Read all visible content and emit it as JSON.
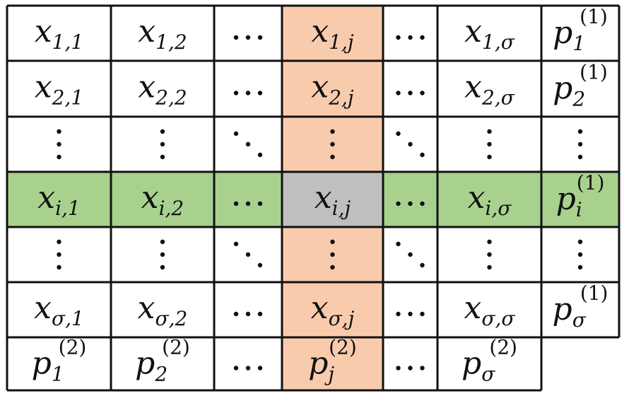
{
  "colors": {
    "highlight_column": "#f9cbad",
    "highlight_row": "#a9d18e",
    "intersection": "#bfbfbf",
    "border": "#111111",
    "background": "#ffffff"
  },
  "highlight": {
    "row": 3,
    "column": 3
  },
  "matrix": {
    "rows": [
      [
        {
          "base": "x",
          "sub": "1,1"
        },
        {
          "base": "x",
          "sub": "1,2"
        },
        {
          "dots": "h"
        },
        {
          "base": "x",
          "sub": "1,j"
        },
        {
          "dots": "h"
        },
        {
          "base": "x",
          "sub": "1,σ"
        },
        {
          "base": "p",
          "sub": "1",
          "sup": "(1)"
        }
      ],
      [
        {
          "base": "x",
          "sub": "2,1"
        },
        {
          "base": "x",
          "sub": "2,2"
        },
        {
          "dots": "h"
        },
        {
          "base": "x",
          "sub": "2,j"
        },
        {
          "dots": "h"
        },
        {
          "base": "x",
          "sub": "2,σ"
        },
        {
          "base": "p",
          "sub": "2",
          "sup": "(1)"
        }
      ],
      [
        {
          "dots": "v"
        },
        {
          "dots": "v"
        },
        {
          "dots": "d"
        },
        {
          "dots": "v"
        },
        {
          "dots": "d"
        },
        {
          "dots": "v"
        },
        {
          "dots": "v"
        }
      ],
      [
        {
          "base": "x",
          "sub": "i,1"
        },
        {
          "base": "x",
          "sub": "i,2"
        },
        {
          "dots": "h"
        },
        {
          "base": "x",
          "sub": "i,j"
        },
        {
          "dots": "h"
        },
        {
          "base": "x",
          "sub": "i,σ"
        },
        {
          "base": "p",
          "sub": "i",
          "sup": "(1)"
        }
      ],
      [
        {
          "dots": "v"
        },
        {
          "dots": "v"
        },
        {
          "dots": "d"
        },
        {
          "dots": "v"
        },
        {
          "dots": "d"
        },
        {
          "dots": "v"
        },
        {
          "dots": "v"
        }
      ],
      [
        {
          "base": "x",
          "sub": "σ,1"
        },
        {
          "base": "x",
          "sub": "σ,2"
        },
        {
          "dots": "h"
        },
        {
          "base": "x",
          "sub": "σ,j"
        },
        {
          "dots": "h"
        },
        {
          "base": "x",
          "sub": "σ,σ"
        },
        {
          "base": "p",
          "sub": "σ",
          "sup": "(1)"
        }
      ],
      [
        {
          "base": "p",
          "sub": "1",
          "sup": "(2)"
        },
        {
          "base": "p",
          "sub": "2",
          "sup": "(2)"
        },
        {
          "dots": "h"
        },
        {
          "base": "p",
          "sub": "j",
          "sup": "(2)"
        },
        {
          "dots": "h"
        },
        {
          "base": "p",
          "sub": "σ",
          "sup": "(2)"
        },
        null
      ]
    ]
  }
}
